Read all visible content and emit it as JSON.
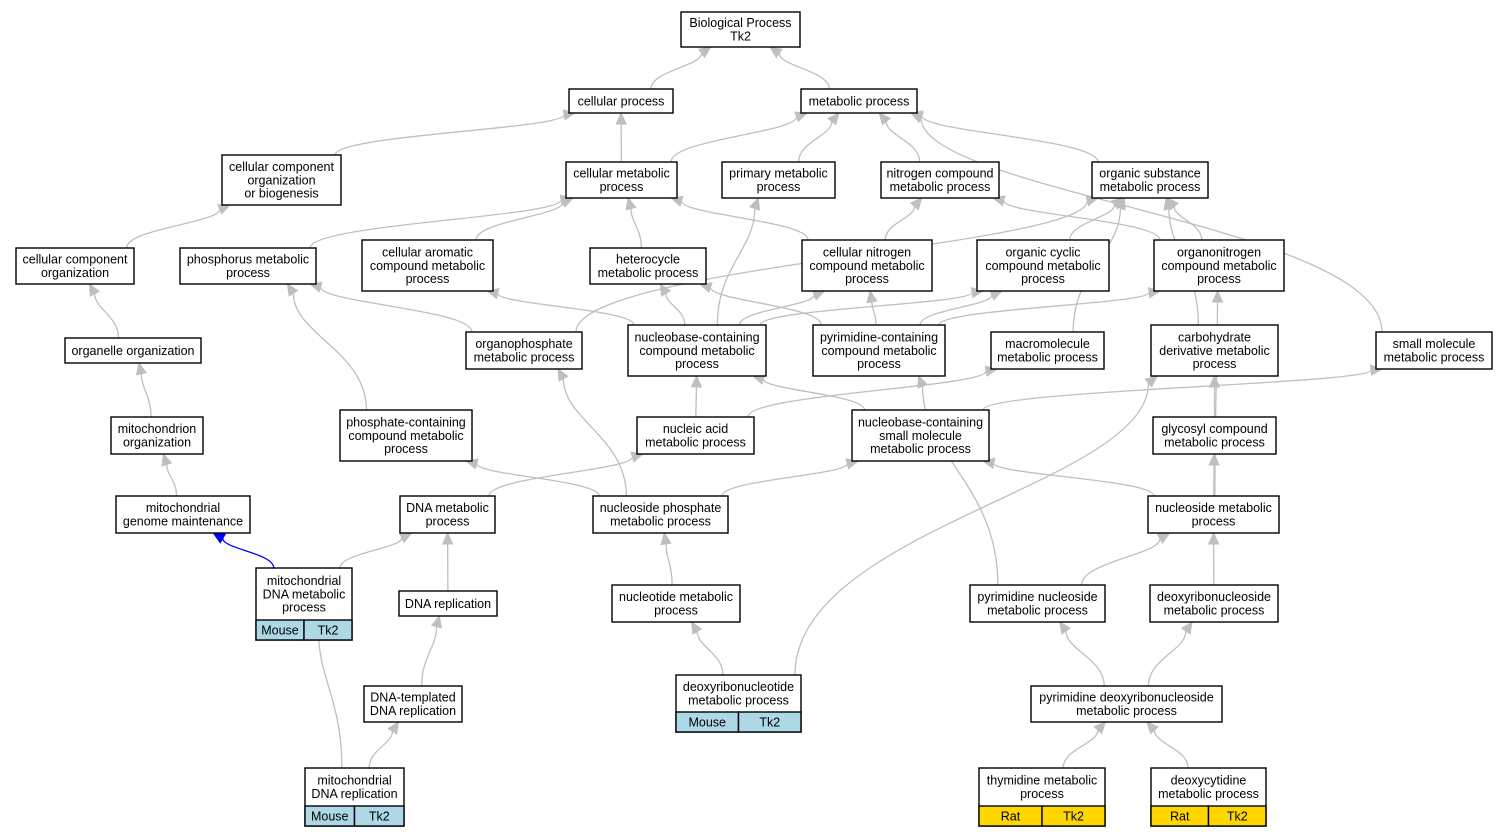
{
  "colors": {
    "mouse_cell": "#add8e6",
    "rat_cell": "#ffd700",
    "edge": "#bfbfbf",
    "highlight_edge": "#0000ff"
  },
  "nodes": {
    "biological_process": [
      "Biological Process",
      "Tk2"
    ],
    "cellular_process": [
      "cellular process"
    ],
    "metabolic_process": [
      "metabolic process"
    ],
    "ccob": [
      "cellular component",
      "organization",
      "or biogenesis"
    ],
    "cellular_metabolic": [
      "cellular metabolic",
      "process"
    ],
    "primary_metabolic": [
      "primary metabolic",
      "process"
    ],
    "nitrogen_compound": [
      "nitrogen compound",
      "metabolic process"
    ],
    "organic_substance": [
      "organic substance",
      "metabolic process"
    ],
    "cc_org": [
      "cellular component",
      "organization"
    ],
    "phosphorus": [
      "phosphorus metabolic",
      "process"
    ],
    "aromatic": [
      "cellular aromatic",
      "compound metabolic",
      "process"
    ],
    "heterocycle": [
      "heterocycle",
      "metabolic process"
    ],
    "cell_nitrogen": [
      "cellular nitrogen",
      "compound metabolic",
      "process"
    ],
    "organic_cyclic": [
      "organic cyclic",
      "compound metabolic",
      "process"
    ],
    "organonitrogen": [
      "organonitrogen",
      "compound metabolic",
      "process"
    ],
    "organelle_org": [
      "organelle organization"
    ],
    "organophosphate": [
      "organophosphate",
      "metabolic process"
    ],
    "nucleobase_compound": [
      "nucleobase-containing",
      "compound metabolic",
      "process"
    ],
    "pyrimidine_compound": [
      "pyrimidine-containing",
      "compound metabolic",
      "process"
    ],
    "macromolecule": [
      "macromolecule",
      "metabolic process"
    ],
    "carbohydrate_deriv": [
      "carbohydrate",
      "derivative metabolic",
      "process"
    ],
    "small_molecule": [
      "small molecule",
      "metabolic process"
    ],
    "mito_org": [
      "mitochondrion",
      "organization"
    ],
    "phosphate_containing": [
      "phosphate-containing",
      "compound metabolic",
      "process"
    ],
    "nucleic_acid": [
      "nucleic acid",
      "metabolic process"
    ],
    "nucleobase_small": [
      "nucleobase-containing",
      "small molecule",
      "metabolic process"
    ],
    "glycosyl": [
      "glycosyl compound",
      "metabolic process"
    ],
    "mito_genome": [
      "mitochondrial",
      "genome maintenance"
    ],
    "dna_metabolic": [
      "DNA metabolic",
      "process"
    ],
    "nucleoside_phosphate": [
      "nucleoside phosphate",
      "metabolic process"
    ],
    "nucleoside_metabolic": [
      "nucleoside metabolic",
      "process"
    ],
    "mito_dna_metabolic": [
      "mitochondrial",
      "DNA metabolic",
      "process"
    ],
    "dna_replication": [
      "DNA replication"
    ],
    "nucleotide": [
      "nucleotide metabolic",
      "process"
    ],
    "pyr_nucleoside": [
      "pyrimidine nucleoside",
      "metabolic process"
    ],
    "deoxyribonucleoside": [
      "deoxyribonucleoside",
      "metabolic process"
    ],
    "dna_templated": [
      "DNA-templated",
      "DNA replication"
    ],
    "deoxyribonucleotide": [
      "deoxyribonucleotide",
      "metabolic process"
    ],
    "pyr_deoxy": [
      "pyrimidine deoxyribonucleoside",
      "metabolic process"
    ],
    "mito_dna_replication": [
      "mitochondrial",
      "DNA replication"
    ],
    "thymidine": [
      "thymidine metabolic",
      "process"
    ],
    "deoxycytidine": [
      "deoxycytidine",
      "metabolic process"
    ]
  },
  "annotations": {
    "mito_dna_metabolic": [
      "Mouse",
      "Tk2"
    ],
    "deoxyribonucleotide": [
      "Mouse",
      "Tk2"
    ],
    "mito_dna_replication": [
      "Mouse",
      "Tk2"
    ],
    "thymidine": [
      "Rat",
      "Tk2"
    ],
    "deoxycytidine": [
      "Rat",
      "Tk2"
    ]
  },
  "edges": [
    [
      "cellular_process",
      "biological_process"
    ],
    [
      "metabolic_process",
      "biological_process"
    ],
    [
      "ccob",
      "cellular_process"
    ],
    [
      "cellular_metabolic",
      "cellular_process"
    ],
    [
      "cellular_metabolic",
      "metabolic_process"
    ],
    [
      "primary_metabolic",
      "metabolic_process"
    ],
    [
      "nitrogen_compound",
      "metabolic_process"
    ],
    [
      "organic_substance",
      "metabolic_process"
    ],
    [
      "small_molecule",
      "metabolic_process"
    ],
    [
      "cc_org",
      "ccob"
    ],
    [
      "phosphorus",
      "cellular_metabolic"
    ],
    [
      "aromatic",
      "cellular_metabolic"
    ],
    [
      "heterocycle",
      "cellular_metabolic"
    ],
    [
      "cell_nitrogen",
      "cellular_metabolic"
    ],
    [
      "cell_nitrogen",
      "nitrogen_compound"
    ],
    [
      "organonitrogen",
      "nitrogen_compound"
    ],
    [
      "organic_cyclic",
      "organic_substance"
    ],
    [
      "organonitrogen",
      "organic_substance"
    ],
    [
      "macromolecule",
      "organic_substance"
    ],
    [
      "carbohydrate_deriv",
      "organic_substance"
    ],
    [
      "organophosphate",
      "organic_substance"
    ],
    [
      "organelle_org",
      "cc_org"
    ],
    [
      "organophosphate",
      "phosphorus"
    ],
    [
      "phosphate_containing",
      "phosphorus"
    ],
    [
      "nucleobase_compound",
      "aromatic"
    ],
    [
      "nucleobase_compound",
      "heterocycle"
    ],
    [
      "pyrimidine_compound",
      "heterocycle"
    ],
    [
      "nucleobase_compound",
      "cell_nitrogen"
    ],
    [
      "pyrimidine_compound",
      "cell_nitrogen"
    ],
    [
      "nucleobase_compound",
      "organic_cyclic"
    ],
    [
      "pyrimidine_compound",
      "organic_cyclic"
    ],
    [
      "pyrimidine_compound",
      "organonitrogen"
    ],
    [
      "nucleobase_compound",
      "primary_metabolic"
    ],
    [
      "mito_org",
      "organelle_org"
    ],
    [
      "nucleic_acid",
      "nucleobase_compound"
    ],
    [
      "nucleobase_small",
      "nucleobase_compound"
    ],
    [
      "nucleic_acid",
      "macromolecule"
    ],
    [
      "glycosyl",
      "carbohydrate_deriv"
    ],
    [
      "nucleobase_small",
      "small_molecule"
    ],
    [
      "mito_genome",
      "mito_org"
    ],
    [
      "mito_dna_metabolic",
      "mito_genome"
    ],
    [
      "dna_metabolic",
      "nucleic_acid"
    ],
    [
      "nucleoside_phosphate",
      "organophosphate"
    ],
    [
      "nucleoside_phosphate",
      "phosphate_containing"
    ],
    [
      "nucleoside_phosphate",
      "nucleobase_small"
    ],
    [
      "nucleoside_metabolic",
      "nucleobase_small"
    ],
    [
      "nucleoside_metabolic",
      "glycosyl"
    ],
    [
      "nucleoside_metabolic",
      "organonitrogen"
    ],
    [
      "mito_dna_metabolic",
      "dna_metabolic"
    ],
    [
      "dna_replication",
      "dna_metabolic"
    ],
    [
      "nucleotide",
      "nucleoside_phosphate"
    ],
    [
      "pyr_nucleoside",
      "nucleoside_metabolic"
    ],
    [
      "pyr_nucleoside",
      "pyrimidine_compound"
    ],
    [
      "deoxyribonucleoside",
      "nucleoside_metabolic"
    ],
    [
      "dna_templated",
      "dna_replication"
    ],
    [
      "deoxyribonucleotide",
      "nucleotide"
    ],
    [
      "deoxyribonucleotide",
      "carbohydrate_deriv"
    ],
    [
      "pyr_deoxy",
      "pyr_nucleoside"
    ],
    [
      "pyr_deoxy",
      "deoxyribonucleoside"
    ],
    [
      "mito_dna_replication",
      "mito_dna_metabolic"
    ],
    [
      "mito_dna_replication",
      "dna_templated"
    ],
    [
      "thymidine",
      "pyr_deoxy"
    ],
    [
      "deoxycytidine",
      "pyr_deoxy"
    ]
  ],
  "highlight_edges": [
    [
      "mito_dna_metabolic",
      "mito_genome"
    ]
  ]
}
